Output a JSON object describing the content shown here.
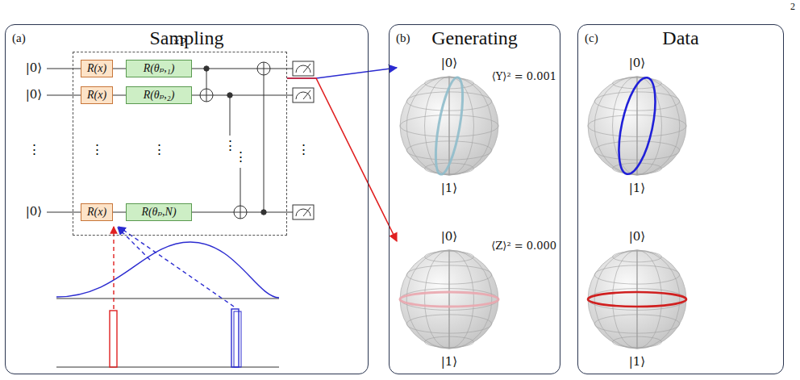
{
  "diagram": {
    "nodes": [
      {
        "text": [
          "(a)",
          "Sampling"
        ]
      },
      {
        "text": [
          "×P"
        ],
        "in": 0
      },
      {
        "text": [
          "R(x)"
        ],
        "in": 1
      },
      {
        "text": [
          "R(θₚ,₁)"
        ],
        "in": 1
      },
      {
        "text": [
          "R(x)"
        ],
        "in": 1
      },
      {
        "text": [
          "R(θₚ,₂)"
        ],
        "in": 1
      },
      {
        "text": [
          "R(x)"
        ],
        "in": 1
      },
      {
        "text": [
          "R(θₚ,N)"
        ],
        "in": 1
      },
      {
        "text": [
          "(b)",
          "Generating"
        ]
      },
      {
        "text": [
          "|0⟩",
          "|1⟩"
        ],
        "in": 8
      },
      {
        "text": [
          "|0⟩",
          "|1⟩"
        ],
        "in": 8
      },
      {
        "text": [
          "(c)",
          "Data"
        ]
      },
      {
        "text": [
          "|0⟩",
          "|1⟩"
        ],
        "in": 11
      },
      {
        "text": [
          "|0⟩",
          "|1⟩"
        ],
        "in": 11
      }
    ],
    "edges": [
      {
        "from": 1,
        "to": 9,
        "arrow": "to"
      },
      {
        "from": 1,
        "to": 10,
        "arrow": "to"
      }
    ],
    "labels": [
      "2",
      "|0⟩",
      "|0⟩",
      "|0⟩",
      "⋮",
      "⋮",
      "⋮",
      "⋮",
      "⋮",
      "⋮",
      "⟨Y⟩² = 0.001",
      "⟨Z⟩² = 0.000"
    ]
  }
}
